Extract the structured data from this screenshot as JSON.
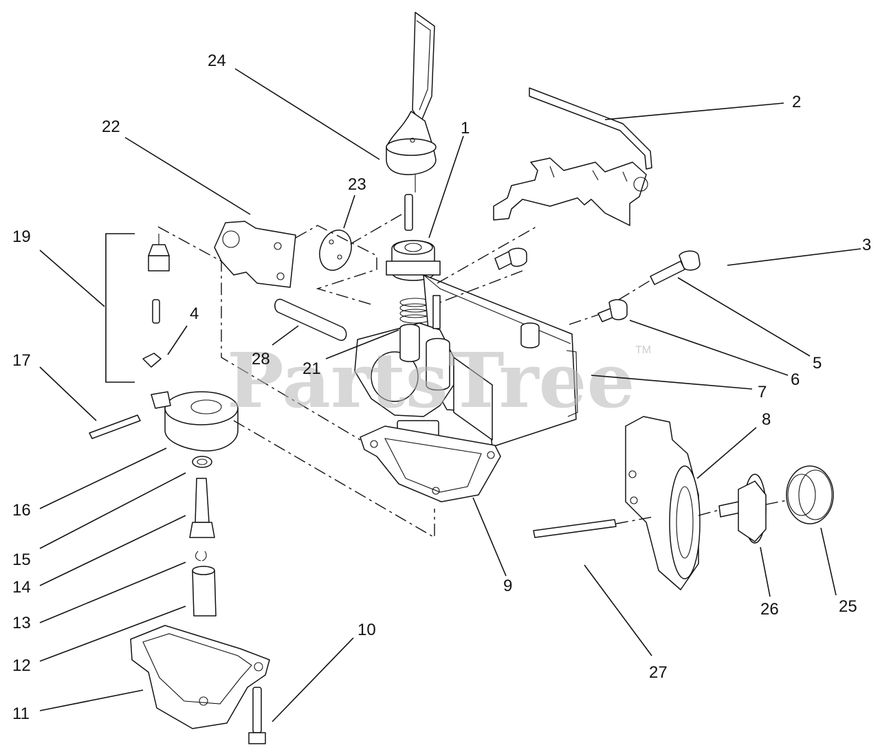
{
  "watermark": {
    "text": "PartsTree",
    "trademark": "TM"
  },
  "callouts": [
    {
      "id": "c1",
      "label": "1"
    },
    {
      "id": "c2",
      "label": "2"
    },
    {
      "id": "c3",
      "label": "3"
    },
    {
      "id": "c4",
      "label": "4"
    },
    {
      "id": "c5",
      "label": "5"
    },
    {
      "id": "c6",
      "label": "6"
    },
    {
      "id": "c7",
      "label": "7"
    },
    {
      "id": "c8",
      "label": "8"
    },
    {
      "id": "c9",
      "label": "9"
    },
    {
      "id": "c10",
      "label": "10"
    },
    {
      "id": "c11",
      "label": "11"
    },
    {
      "id": "c12",
      "label": "12"
    },
    {
      "id": "c13",
      "label": "13"
    },
    {
      "id": "c14",
      "label": "14"
    },
    {
      "id": "c15",
      "label": "15"
    },
    {
      "id": "c16",
      "label": "16"
    },
    {
      "id": "c17",
      "label": "17"
    },
    {
      "id": "c19",
      "label": "19"
    },
    {
      "id": "c21",
      "label": "21"
    },
    {
      "id": "c22",
      "label": "22"
    },
    {
      "id": "c23",
      "label": "23"
    },
    {
      "id": "c24",
      "label": "24"
    },
    {
      "id": "c25",
      "label": "25"
    },
    {
      "id": "c26",
      "label": "26"
    },
    {
      "id": "c27",
      "label": "27"
    },
    {
      "id": "c28",
      "label": "28"
    }
  ]
}
